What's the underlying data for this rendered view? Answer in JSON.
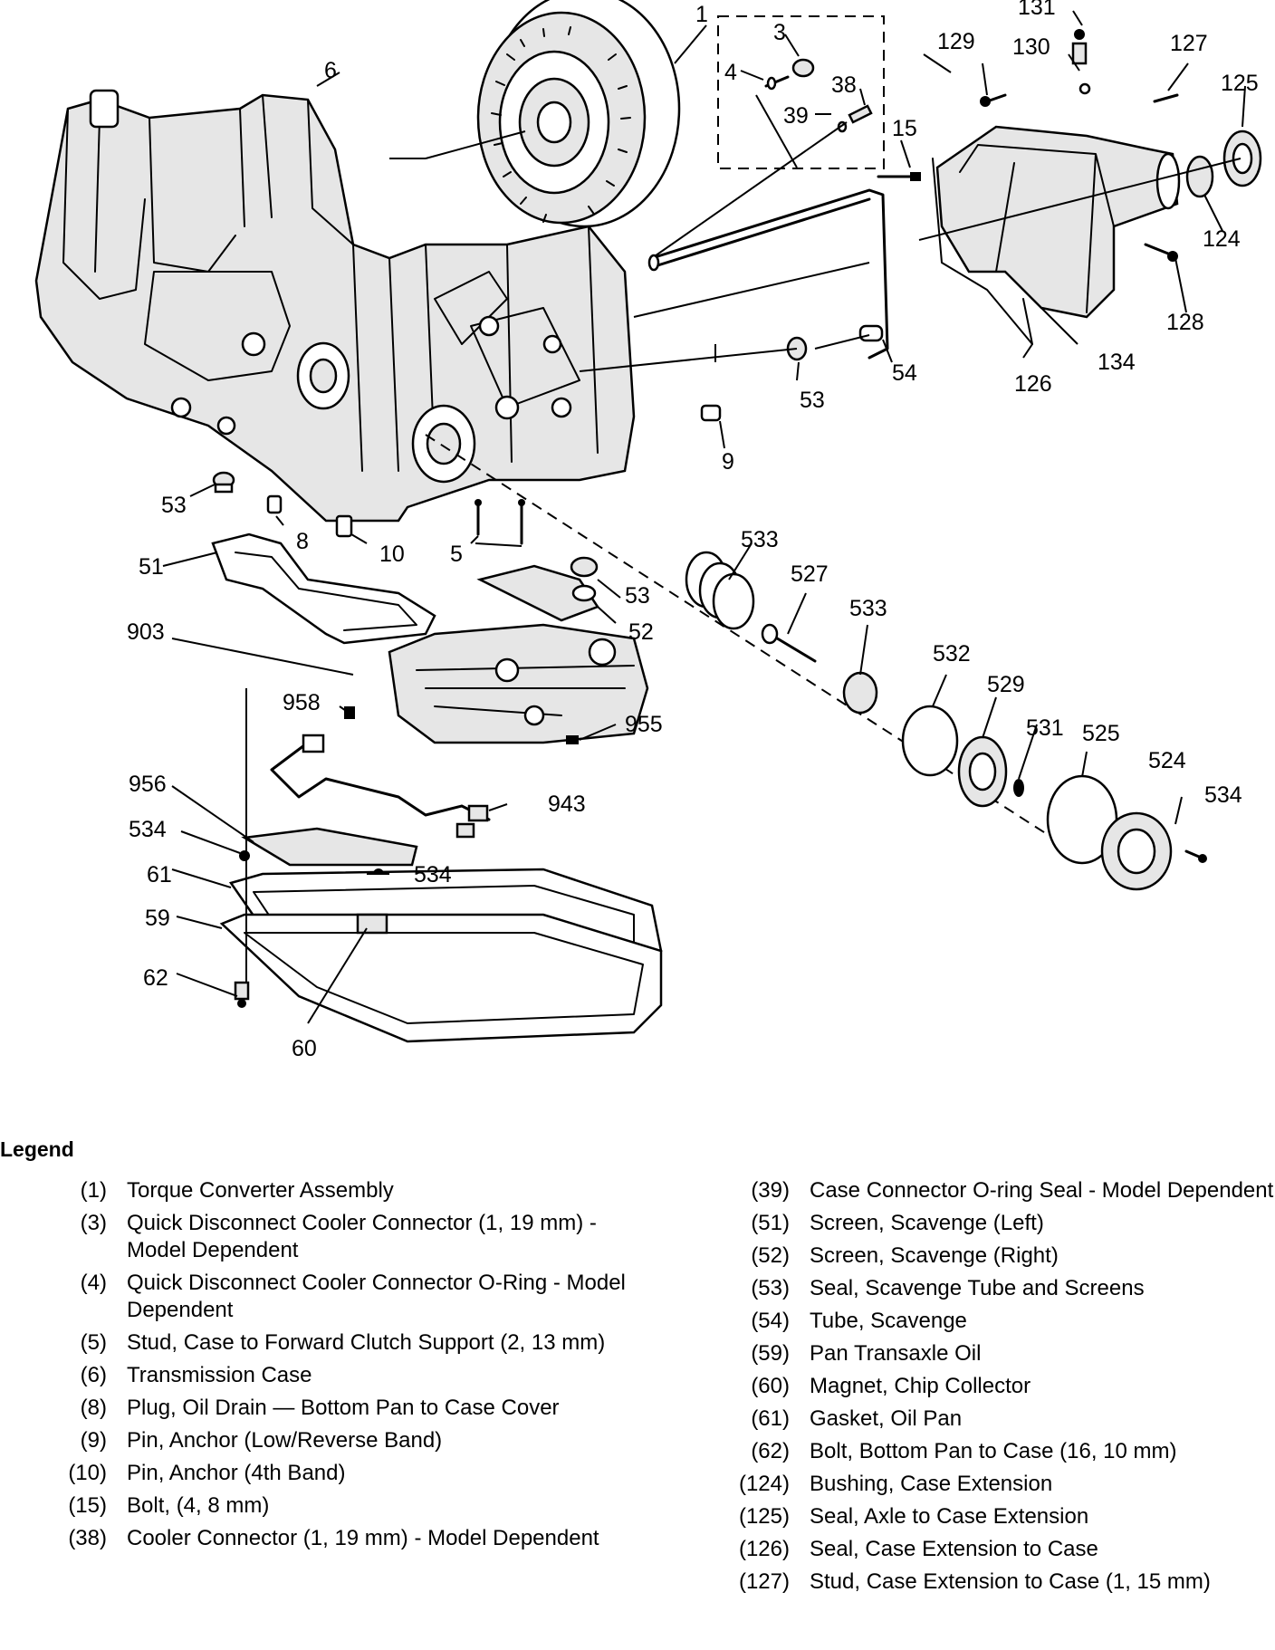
{
  "callouts": {
    "c1": "1",
    "c3": "3",
    "c4": "4",
    "c38": "38",
    "c39": "39",
    "c15": "15",
    "c6": "6",
    "c131": "131",
    "c129": "129",
    "c130": "130",
    "c127": "127",
    "c125": "125",
    "c124": "124",
    "c128": "128",
    "c134": "134",
    "c126": "126",
    "c54": "54",
    "c53a": "53",
    "c9": "9",
    "c53b": "53",
    "c8": "8",
    "c10": "10",
    "c5": "5",
    "c51": "51",
    "c533a": "533",
    "c527": "527",
    "c533b": "533",
    "c53c": "53",
    "c52": "52",
    "c903": "903",
    "c532": "532",
    "c529": "529",
    "c958": "958",
    "c955": "955",
    "c531": "531",
    "c525": "525",
    "c524": "524",
    "c956": "956",
    "c943": "943",
    "c534a": "534",
    "c534b": "534",
    "c534c": "534",
    "c61": "61",
    "c59": "59",
    "c62": "62",
    "c60": "60"
  },
  "legend": {
    "title": "Legend",
    "left": [
      {
        "num": "(1)",
        "text": "Torque Converter Assembly"
      },
      {
        "num": "(3)",
        "text": "Quick Disconnect Cooler Connector (1, 19 mm) - Model Dependent"
      },
      {
        "num": "(4)",
        "text": "Quick Disconnect Cooler Connector O-Ring - Model Dependent"
      },
      {
        "num": "(5)",
        "text": "Stud, Case to Forward Clutch Support (2, 13 mm)"
      },
      {
        "num": "(6)",
        "text": "Transmission Case"
      },
      {
        "num": "(8)",
        "text": "Plug, Oil Drain — Bottom Pan to Case Cover"
      },
      {
        "num": "(9)",
        "text": "Pin, Anchor (Low/Reverse Band)"
      },
      {
        "num": "(10)",
        "text": "Pin, Anchor (4th  Band)"
      },
      {
        "num": "(15)",
        "text": "Bolt, (4, 8 mm)"
      },
      {
        "num": "(38)",
        "text": "Cooler Connector (1, 19 mm) - Model Dependent"
      }
    ],
    "right": [
      {
        "num": "(39)",
        "text": "Case Connector O-ring Seal - Model Dependent"
      },
      {
        "num": "(51)",
        "text": "Screen, Scavenge (Left)"
      },
      {
        "num": "(52)",
        "text": "Screen, Scavenge (Right)"
      },
      {
        "num": "(53)",
        "text": "Seal, Scavenge Tube and Screens"
      },
      {
        "num": "(54)",
        "text": "Tube, Scavenge"
      },
      {
        "num": "(59)",
        "text": "Pan Transaxle Oil"
      },
      {
        "num": "(60)",
        "text": "Magnet, Chip Collector"
      },
      {
        "num": "(61)",
        "text": "Gasket, Oil Pan"
      },
      {
        "num": "(62)",
        "text": "Bolt, Bottom Pan to Case (16, 10 mm)"
      },
      {
        "num": "(124)",
        "text": "Bushing, Case Extension"
      },
      {
        "num": "(125)",
        "text": "Seal, Axle to Case Extension"
      },
      {
        "num": "(126)",
        "text": "Seal, Case Extension to Case"
      },
      {
        "num": "(127)",
        "text": "Stud, Case Extension to Case (1, 15 mm)"
      }
    ]
  }
}
